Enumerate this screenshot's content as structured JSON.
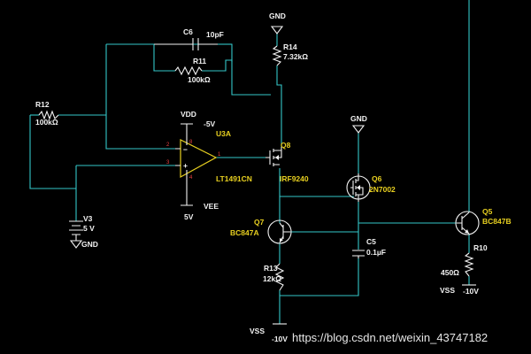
{
  "components": {
    "C6": {
      "ref": "C6",
      "value": "10pF"
    },
    "R11": {
      "ref": "R11",
      "value": "100kΩ"
    },
    "R12": {
      "ref": "R12",
      "value": "100kΩ"
    },
    "R14": {
      "ref": "R14",
      "value": "7.32kΩ"
    },
    "R13": {
      "ref": "R13",
      "value": "12kΩ"
    },
    "R10": {
      "ref": "R10",
      "value": "450Ω"
    },
    "C5": {
      "ref": "C5",
      "value": "0.1µF"
    },
    "U3A": {
      "ref": "U3A",
      "part": "LT1491CN"
    },
    "Q8": {
      "ref": "Q8",
      "part": "IRF9240"
    },
    "Q6": {
      "ref": "Q6",
      "part": "2N7002"
    },
    "Q7": {
      "ref": "Q7",
      "part": "BC847A"
    },
    "Q5": {
      "ref": "Q5",
      "part": "BC847B"
    },
    "V3": {
      "ref": "V3",
      "value": "5 V"
    }
  },
  "rails": {
    "gnd_top": "GND",
    "gnd_q6": "GND",
    "gnd_v3": "GND",
    "vdd": "VDD",
    "vdd_value": "-5V",
    "vee": "VEE",
    "vee_value": "5V",
    "vss_bottom": "VSS",
    "vss_bottom_value": "-10V",
    "vss_right": "VSS",
    "vss_right_value": "-10V"
  },
  "pins": {
    "p1": "1",
    "p2": "2",
    "p3": "3",
    "p4": "4",
    "p8": "8"
  },
  "watermark": "https://blog.csdn.net/weixin_43747182",
  "colors": {
    "background": "#000000",
    "wire": "#34c6c8",
    "component": "#f2f2f2",
    "label": "#e8d020",
    "pin": "#e84040"
  }
}
